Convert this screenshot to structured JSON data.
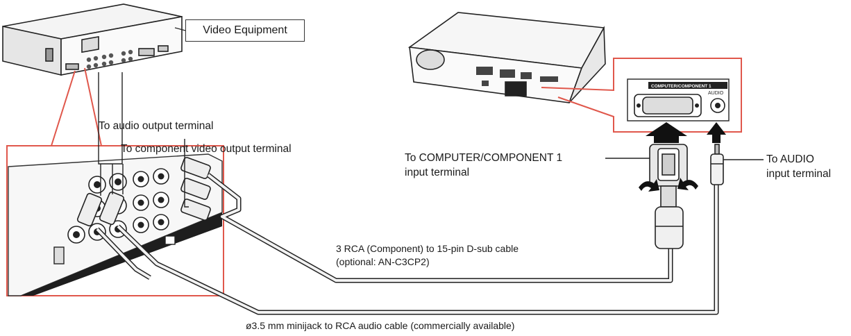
{
  "labels": {
    "video_equipment": "Video Equipment",
    "audio_output": "To audio output terminal",
    "component_output": "To component video output terminal",
    "computer_component_line1": "To COMPUTER/COMPONENT 1",
    "computer_component_line2": "input terminal",
    "audio_input_line1": "To AUDIO",
    "audio_input_line2": "input terminal",
    "rca_cable_line1": "3 RCA (Component) to 15-pin D-sub cable",
    "rca_cable_line2": "(optional: AN-C3CP2)",
    "minijack_cable": "ø3.5 mm minijack to RCA audio cable (commercially available)"
  },
  "panel": {
    "title": "COMPUTER/COMPONENT 1",
    "audio": "AUDIO"
  },
  "colors": {
    "callout_red": "#e0574b",
    "cable_fill": "#f2f2f2",
    "outline": "#222222"
  }
}
